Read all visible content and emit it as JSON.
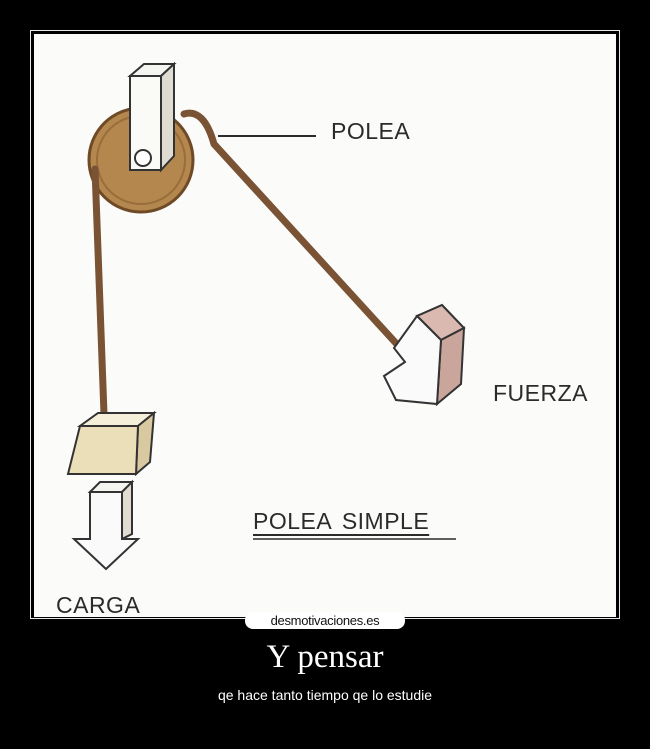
{
  "diagram": {
    "polea_label": "POLEA",
    "fuerza_label": "FUERZA",
    "title": "POLEA  SIMPLE",
    "carga_label": "CARGA",
    "colors": {
      "pulley": "#b3874e",
      "rope": "#7a5234",
      "load": "#eadfb8",
      "arrow_shade": "#d9b9b0",
      "line": "#2b2b2b"
    }
  },
  "watermark": "desmotivaciones.es",
  "poster": {
    "title": "Y pensar",
    "caption": "qe hace tanto tiempo qe lo estudie"
  }
}
